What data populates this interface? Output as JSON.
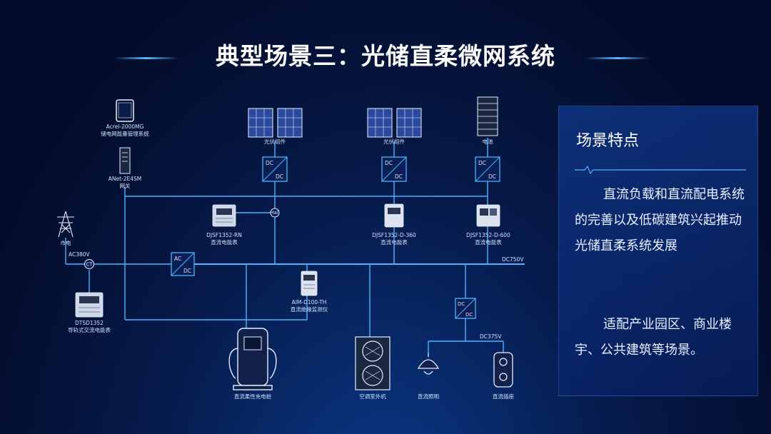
{
  "title": "典型场景三：光储直柔微网系统",
  "panel": {
    "heading": "场景特点",
    "paragraph1": "直流负载和直流配电系统的完善以及低碳建筑兴起推动光储直柔系统发展",
    "paragraph2": "适配产业园区、商业楼宇、公共建筑等场景。"
  },
  "diagram": {
    "acrel_model": "Acrel-2000MG",
    "acrel_desc": "储电网能量管理系统",
    "gateway_model": "ANet-2E4SM",
    "gateway_desc": "网关",
    "pv1_label": "光伏组件",
    "pv2_label": "光伏组件",
    "battery_label": "电池",
    "dc": "DC",
    "ac": "AC",
    "meter1_model": "DJSF1352-RN",
    "meter1_desc": "直流电能表",
    "meter2_model": "DJSF1352-D-360",
    "meter2_desc": "直流电能表",
    "meter3_model": "DJSF1352-D-600",
    "meter3_desc": "直流电能表",
    "grid_label": "市电",
    "ac380": "AC380V",
    "ct": "CT",
    "hall": "Hall",
    "dc750": "DC750V",
    "dc375": "DC375V",
    "aim_model": "AIM-D100-TH",
    "aim_desc": "直流绝缘监测仪",
    "dtsd_model": "DTSD1352",
    "dtsd_desc": "导轨式交流电能表",
    "charger_label": "直流柔性充电桩",
    "ac_unit_label": "空调室外机",
    "lighting_label": "直流照明",
    "socket_label": "直流插座"
  }
}
